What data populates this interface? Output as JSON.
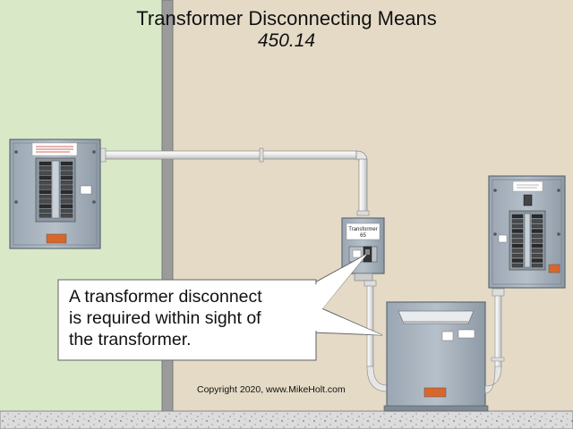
{
  "title": "Transformer Disconnecting Means",
  "code_reference": "450.14",
  "callout": {
    "line1": "A transformer disconnect",
    "line2": "is required within sight of",
    "line3": "the transformer."
  },
  "disconnect_label": {
    "line1": "Transformer",
    "line2": "65"
  },
  "copyright": "Copyright 2020, www.MikeHolt.com",
  "colors": {
    "exterior_wall": "#d9e9c8",
    "interior_wall": "#e4dac6",
    "panel_gray": "#a8b3be",
    "conduit": "#f2f2f2",
    "warning_label": "#d9662c"
  }
}
